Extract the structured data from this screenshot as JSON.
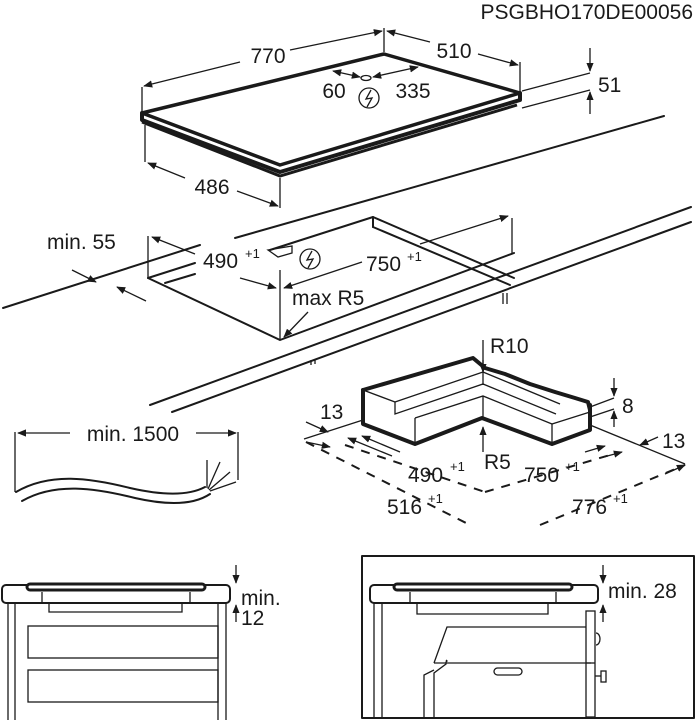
{
  "document_code": "PSGBHO170DE00056",
  "hob": {
    "width": "770",
    "depth": "510",
    "height": "51",
    "depth_bottom": "486",
    "connection_left": "60",
    "connection_right": "335",
    "icon": "electric-connection-icon"
  },
  "cutout": {
    "min_edge": "min. 55",
    "depth": "490",
    "depth_tol": "+1",
    "width": "750",
    "width_tol": "+1",
    "corner_radius": "max R5",
    "icon": "electric-connection-icon"
  },
  "cable": {
    "min_length": "min. 1500"
  },
  "frame": {
    "outer_radius": "R10",
    "inner_radius": "R5",
    "height": "8",
    "left_offset": "13",
    "right_offset": "13",
    "inner_depth": "490",
    "inner_depth_tol": "+1",
    "inner_width": "750",
    "inner_width_tol": "+1",
    "outer_depth": "516",
    "outer_depth_tol": "+1",
    "outer_width": "776",
    "outer_width_tol": "+1"
  },
  "install_drawer": {
    "clearance_label": "min.",
    "clearance_value": "12"
  },
  "install_oven": {
    "clearance_label": "min. 28"
  }
}
